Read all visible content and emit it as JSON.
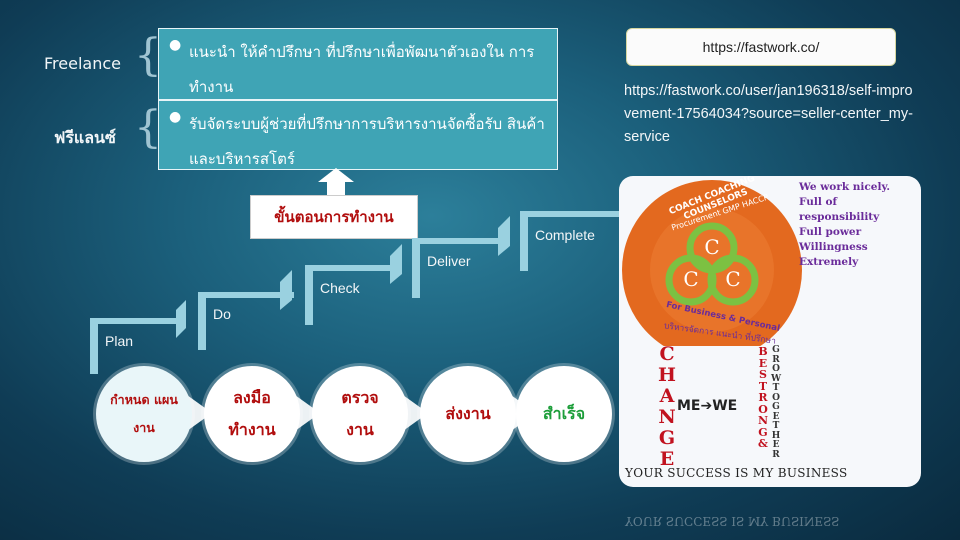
{
  "labels": {
    "freelance_en": "Freelance",
    "freelance_th": "ฟรีแลนซ์"
  },
  "info": {
    "line1": "แนะนำ ให้คำปรึกษา ที่ปรึกษาเพื่อพัฒนาตัวเองใน การทำงาน",
    "line2": "รับจัดระบบผู้ช่วยที่ปรึกษาการบริหารงานจัดซื้อรับ สินค้าและบริหารสโตร์"
  },
  "url_box": "https://fastwork.co/",
  "url_full": "https://fastwork.co/user/jan196318/self-improvement-17564034?source=seller-center_my-service",
  "process_title": "ขั้นตอนการทำงาน",
  "steps": {
    "plan": "Plan",
    "do": "Do",
    "check": "Check",
    "deliver": "Deliver",
    "complete": "Complete"
  },
  "circles": {
    "c1": "กำหนด แผนงาน",
    "c2": "ลงมือ ทำงาน",
    "c3": "ตรวจ งาน",
    "c4": "ส่งงาน",
    "c5": "สำเร็จ"
  },
  "card": {
    "slogans": [
      "We work nicely.",
      "Full of responsibility",
      "Full power",
      "Willingness",
      "Extremely"
    ],
    "ring_top": "COACH COACHING COUNSELORS",
    "ring_sub": "Procurement GMP HACCP",
    "ring_bottom": "For Business & Personal",
    "ring_th": "บริหารจัดการ แนะนำ ที่ปรึกษา",
    "change": "CHANGE",
    "be_strong": "BE STRONG &",
    "grow_together": "GROW TOGETHER",
    "me_we": "ME➔WE",
    "tagline": "YOUR SUCCESS IS MY BUSINESS"
  },
  "colors": {
    "accent_red": "#b10e0e",
    "teal": "#3fa4b5",
    "orange": "#e3691f",
    "green": "#7cc142",
    "purple": "#6a2b9a"
  }
}
